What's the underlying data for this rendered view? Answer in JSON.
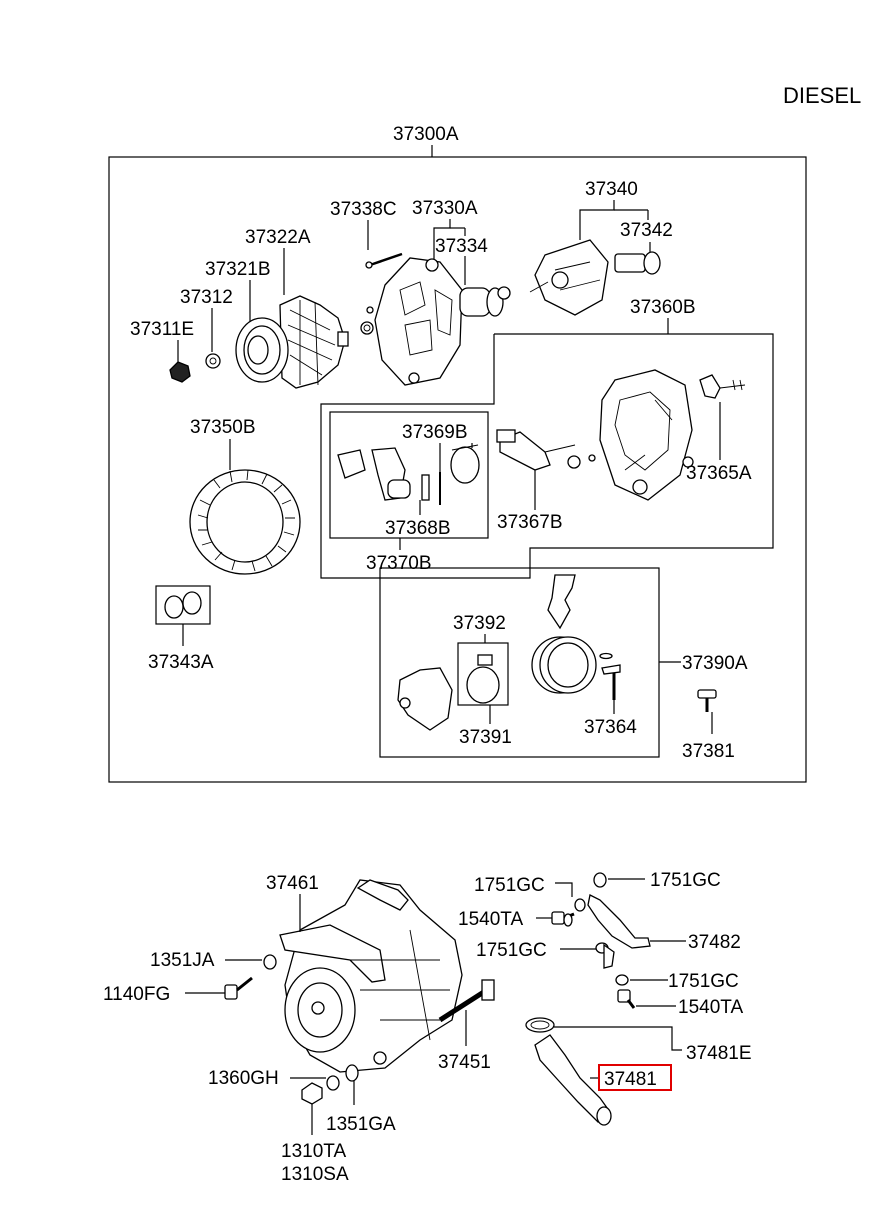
{
  "title": "DIESEL",
  "labels": {
    "l37300A": "37300A",
    "l37340": "37340",
    "l37338C": "37338C",
    "l37330A": "37330A",
    "l37342": "37342",
    "l37322A": "37322A",
    "l37334": "37334",
    "l37321B": "37321B",
    "l37312": "37312",
    "l37360B": "37360B",
    "l37311E": "37311E",
    "l37350B": "37350B",
    "l37369B": "37369B",
    "l37365A": "37365A",
    "l37368B": "37368B",
    "l37367B": "37367B",
    "l37370B": "37370B",
    "l37392": "37392",
    "l37390A": "37390A",
    "l37343A": "37343A",
    "l37364": "37364",
    "l37391": "37391",
    "l37381": "37381",
    "l37461": "37461",
    "l1751GC_a": "1751GC",
    "l1751GC_b": "1751GC",
    "l1540TA_a": "1540TA",
    "l1751GC_c": "1751GC",
    "l37482": "37482",
    "l1351JA": "1351JA",
    "l1751GC_d": "1751GC",
    "l1140FG": "1140FG",
    "l1540TA_b": "1540TA",
    "l37481E": "37481E",
    "l37451": "37451",
    "l1360GH": "1360GH",
    "l37481": "37481",
    "l1351GA": "1351GA",
    "l1310TA": "1310TA",
    "l1310SA": "1310SA"
  },
  "highlight": {
    "part": "37481",
    "color": "#e00000"
  }
}
